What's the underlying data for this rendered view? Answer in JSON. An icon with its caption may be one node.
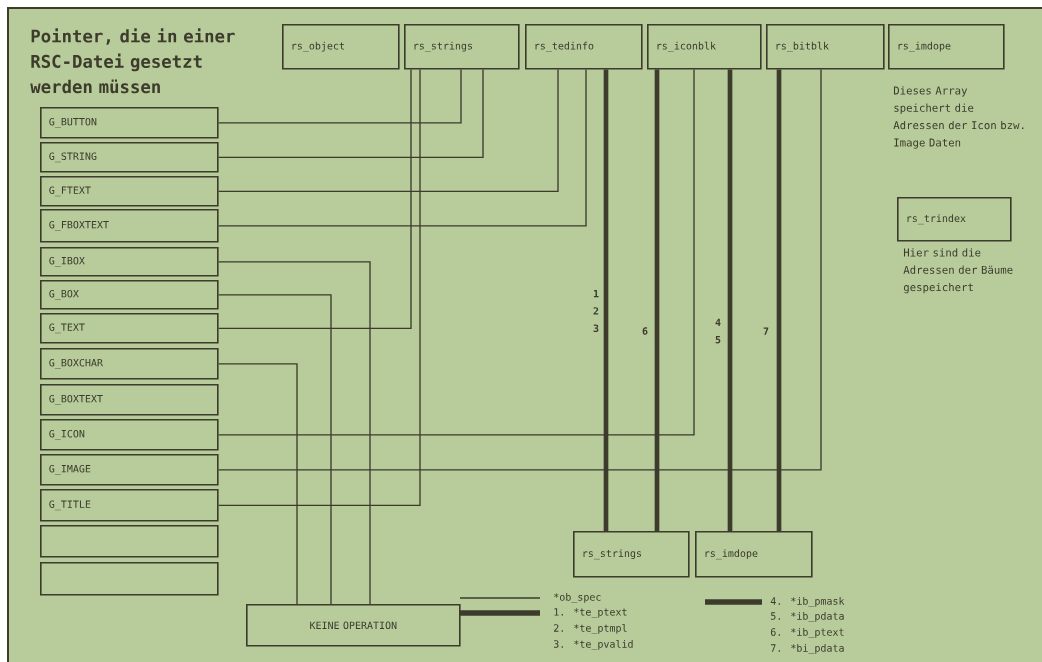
{
  "diagram": {
    "title": "Pointer, die in einer RSC-Datei gesetzt werden müssen",
    "nodes": [
      {
        "text": [
          "rs_object"
        ]
      },
      {
        "text": [
          "rs_strings"
        ]
      },
      {
        "text": [
          "rs_tedinfo"
        ]
      },
      {
        "text": [
          "rs_iconblk"
        ]
      },
      {
        "text": [
          "rs_bitblk"
        ]
      },
      {
        "text": [
          "rs_imdope"
        ]
      },
      {
        "text": [
          "rs_trindex"
        ],
        "beside": [
          "Hier sind die Adressen der Bäume gespeichert"
        ]
      },
      {
        "text": [
          "G_BUTTON"
        ]
      },
      {
        "text": [
          "G_STRING"
        ]
      },
      {
        "text": [
          "G_FTEXT"
        ]
      },
      {
        "text": [
          "G_FBOXTEXT"
        ]
      },
      {
        "text": [
          "G_IBOX"
        ]
      },
      {
        "text": [
          "G_BOX"
        ]
      },
      {
        "text": [
          "G_TEXT"
        ]
      },
      {
        "text": [
          "G_BOXCHAR"
        ]
      },
      {
        "text": [
          "G_BOXTEXT"
        ]
      },
      {
        "text": [
          "G_ICON"
        ]
      },
      {
        "text": [
          "G_IMAGE"
        ]
      },
      {
        "text": [
          "G_TITLE"
        ]
      },
      {
        "text": [],
        "shape": "box"
      },
      {
        "text": [],
        "shape": "box"
      },
      {
        "text": [
          "rs_strings"
        ]
      },
      {
        "text": [
          "rs_imdope"
        ]
      },
      {
        "text": [
          "KEINE OPERATION"
        ]
      }
    ],
    "edges": [
      {
        "from": 7,
        "to": 1,
        "arrow": "none"
      },
      {
        "from": 8,
        "to": 1,
        "arrow": "none"
      },
      {
        "from": 9,
        "to": 2,
        "arrow": "none"
      },
      {
        "from": 10,
        "to": 2,
        "arrow": "none"
      },
      {
        "from": 11,
        "to": 23,
        "arrow": "none"
      },
      {
        "from": 12,
        "to": 23,
        "arrow": "none"
      },
      {
        "from": 13,
        "to": 1,
        "arrow": "none"
      },
      {
        "from": 14,
        "to": 23,
        "arrow": "none"
      },
      {
        "from": 16,
        "to": 3,
        "arrow": "none"
      },
      {
        "from": 17,
        "to": 4,
        "arrow": "none"
      },
      {
        "from": 18,
        "to": 1,
        "arrow": "none"
      },
      {
        "from": 2,
        "to": 21,
        "arrow": "none",
        "style": "thick",
        "label": "1 2 3"
      },
      {
        "from": 3,
        "to": 21,
        "arrow": "none",
        "style": "thick",
        "label": "6"
      },
      {
        "from": 3,
        "to": 22,
        "arrow": "none",
        "style": "thick",
        "label": "4 5"
      },
      {
        "from": 4,
        "to": 22,
        "arrow": "none",
        "style": "thick",
        "label": "7"
      }
    ],
    "labels": [
      "Dieses Array speichert die Adressen der Icon bzw. Image Daten"
    ],
    "legend": [
      {
        "text": "*ob_spec"
      },
      {
        "text": "1. *te_ptext"
      },
      {
        "text": "2. *te_ptmpl"
      },
      {
        "text": "3. *te_pvalid"
      },
      {
        "text": "4. *ib_pmask"
      },
      {
        "text": "5. *ib_pdata"
      },
      {
        "text": "6. *ib_ptext"
      },
      {
        "text": "7. *bi_pdata"
      }
    ]
  }
}
